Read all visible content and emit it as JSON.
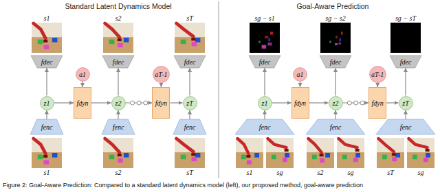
{
  "diagram": {
    "caption": "Figure 2: Goal-Aware Prediction: Compared to a standard latent dynamics model (left), our proposed method, goal-aware prediction",
    "nodes": [
      {
        "text": [
          "s1"
        ]
      },
      {
        "text": [
          "s2"
        ]
      },
      {
        "text": [
          "sT"
        ]
      },
      {
        "text": [
          "fdec"
        ]
      },
      {
        "text": [
          "fdec"
        ]
      },
      {
        "text": [
          "fdec"
        ]
      },
      {
        "text": [
          "a1"
        ]
      },
      {
        "text": [
          "aT-1"
        ]
      },
      {
        "text": [
          "z1"
        ]
      },
      {
        "text": [
          "fdyn"
        ]
      },
      {
        "text": [
          "z2"
        ]
      },
      {
        "text": [
          "fdyn"
        ]
      },
      {
        "text": [
          "zT"
        ]
      },
      {
        "text": [
          "fenc"
        ]
      },
      {
        "text": [
          "fenc"
        ]
      },
      {
        "text": [
          "fenc"
        ]
      },
      {
        "text": [
          "s1"
        ]
      },
      {
        "text": [
          "s2"
        ]
      },
      {
        "text": [
          "sT"
        ]
      },
      {
        "text": [
          "sg − s1"
        ]
      },
      {
        "text": [
          "sg − s2"
        ]
      },
      {
        "text": [
          "sg − sT"
        ]
      },
      {
        "text": [
          "fdec"
        ]
      },
      {
        "text": [
          "fdec"
        ]
      },
      {
        "text": [
          "fdec"
        ]
      },
      {
        "text": [
          "a1"
        ]
      },
      {
        "text": [
          "aT-1"
        ]
      },
      {
        "text": [
          "z1"
        ]
      },
      {
        "text": [
          "fdyn"
        ]
      },
      {
        "text": [
          "z2"
        ]
      },
      {
        "text": [
          "fdyn"
        ]
      },
      {
        "text": [
          "zT"
        ]
      },
      {
        "text": [
          "fenc"
        ]
      },
      {
        "text": [
          "fenc"
        ]
      },
      {
        "text": [
          "fenc"
        ]
      },
      {
        "text": [
          "s1"
        ]
      },
      {
        "text": [
          "sg"
        ]
      },
      {
        "text": [
          "s2"
        ]
      },
      {
        "text": [
          "sg"
        ]
      },
      {
        "text": [
          "sT"
        ]
      },
      {
        "text": [
          "sg"
        ]
      }
    ],
    "edges": [
      {
        "from": 13,
        "to": 8,
        "arrow": "to"
      },
      {
        "from": 14,
        "to": 10,
        "arrow": "to"
      },
      {
        "from": 15,
        "to": 12,
        "arrow": "to"
      },
      {
        "from": 8,
        "to": 3,
        "arrow": "to"
      },
      {
        "from": 10,
        "to": 4,
        "arrow": "to"
      },
      {
        "from": 12,
        "to": 5,
        "arrow": "to"
      },
      {
        "from": 6,
        "to": 9,
        "arrow": "to"
      },
      {
        "from": 7,
        "to": 11,
        "arrow": "to"
      },
      {
        "from": 8,
        "to": 9,
        "arrow": "to"
      },
      {
        "from": 9,
        "to": 10,
        "arrow": "to"
      },
      {
        "from": 10,
        "to": 11,
        "arrow": "to"
      },
      {
        "from": 11,
        "to": 12,
        "arrow": "to"
      },
      {
        "from": 32,
        "to": 27,
        "arrow": "to"
      },
      {
        "from": 33,
        "to": 29,
        "arrow": "to"
      },
      {
        "from": 34,
        "to": 31,
        "arrow": "to"
      },
      {
        "from": 27,
        "to": 22,
        "arrow": "to"
      },
      {
        "from": 29,
        "to": 23,
        "arrow": "to"
      },
      {
        "from": 31,
        "to": 24,
        "arrow": "to"
      },
      {
        "from": 25,
        "to": 28,
        "arrow": "to"
      },
      {
        "from": 26,
        "to": 30,
        "arrow": "to"
      },
      {
        "from": 27,
        "to": 28,
        "arrow": "to"
      },
      {
        "from": 28,
        "to": 29,
        "arrow": "to"
      },
      {
        "from": 29,
        "to": 30,
        "arrow": "to"
      },
      {
        "from": 30,
        "to": 31,
        "arrow": "to"
      }
    ],
    "labels": [
      "Standard Latent Dynamics Model",
      "Goal-Aware Prediction"
    ]
  }
}
